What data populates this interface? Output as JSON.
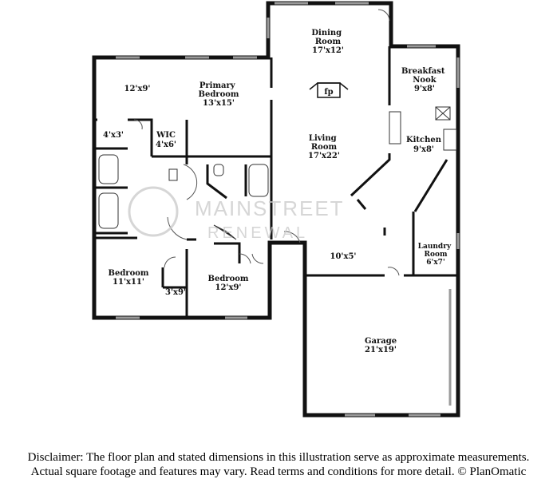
{
  "rooms": {
    "dining": {
      "name": "Dining\nRoom",
      "dim": "17'x12'"
    },
    "primary_bedroom": {
      "name": "Primary\nBedroom",
      "dim": "13'x15'"
    },
    "primary_alcove": {
      "dim": "12'x9'"
    },
    "closet_small": {
      "dim": "4'x3'"
    },
    "wic": {
      "name": "WIC",
      "dim": "4'x6'"
    },
    "breakfast_nook": {
      "name": "Breakfast\nNook",
      "dim": "9'x8'"
    },
    "kitchen": {
      "name": "Kitchen",
      "dim": "9'x8'"
    },
    "living": {
      "name": "Living\nRoom",
      "dim": "17'x22'"
    },
    "fireplace": {
      "label": "fp"
    },
    "hall": {
      "dim": "10'x5'"
    },
    "laundry": {
      "name": "Laundry\nRoom",
      "dim": "6'x7'"
    },
    "bedroom_1": {
      "name": "Bedroom",
      "dim": "11'x11'"
    },
    "bedroom_2": {
      "name": "Bedroom",
      "dim": "12'x9'"
    },
    "closet_bed": {
      "dim": "3'x9'"
    },
    "garage": {
      "name": "Garage",
      "dim": "21'x19'"
    }
  },
  "watermark": {
    "line1": "MAINSTREET",
    "line2": "RENEWAL"
  },
  "disclaimer": {
    "line1": "Disclaimer: The floor plan and stated dimensions in this illustration serve as approximate measurements.",
    "line2": "Actual square footage and features may vary. Read terms and conditions for more detail. © PlanOmatic"
  },
  "colors": {
    "wall": "#111111",
    "window": "#9a9a9a",
    "watermark": "#c9c9c9"
  }
}
